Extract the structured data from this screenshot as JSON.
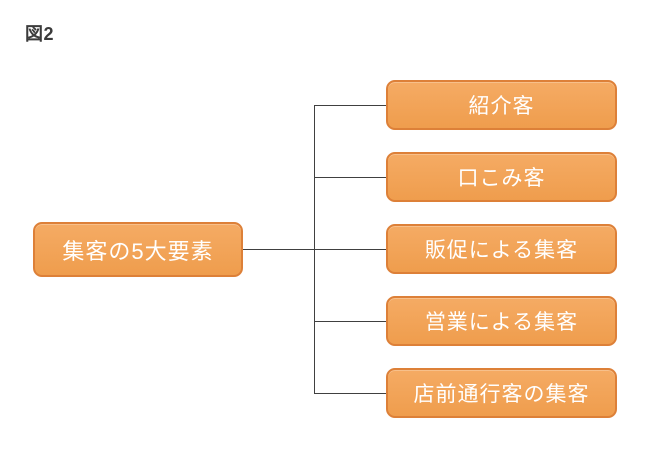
{
  "figure_label": "図2",
  "diagram": {
    "root": {
      "label": "集客の5大要素"
    },
    "branches": [
      {
        "label": "紹介客"
      },
      {
        "label": "口こみ客"
      },
      {
        "label": "販促による集客"
      },
      {
        "label": "営業による集客"
      },
      {
        "label": "店前通行客の集客"
      }
    ]
  },
  "theme": {
    "background": "#FFFFFF",
    "node_fill_top": "#F5AB64",
    "node_fill_bottom": "#EF9D4D",
    "node_border": "#DD8038",
    "node_text": "#FFFFFF",
    "connector": "#404040",
    "label_text": "#3B3B3B"
  }
}
